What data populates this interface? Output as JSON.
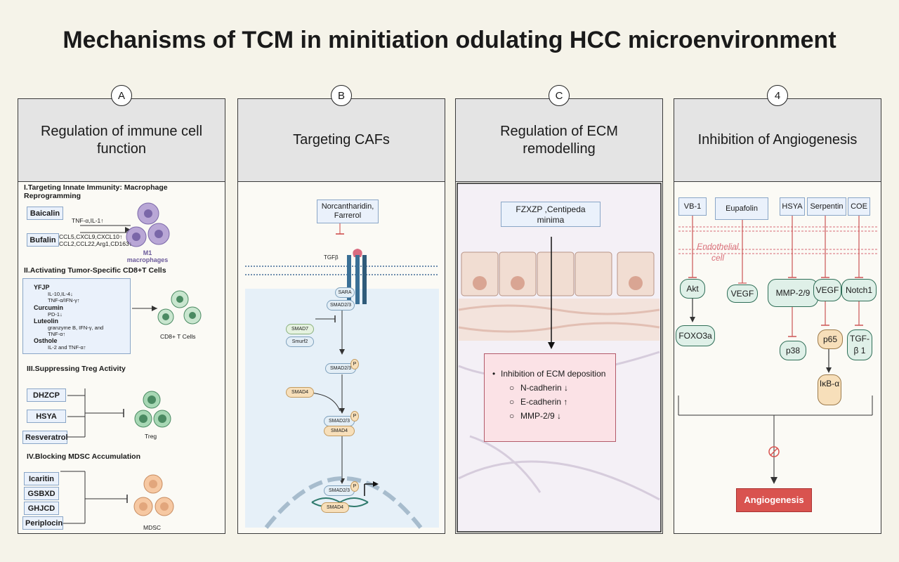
{
  "title": "Mechanisms of TCM in minitiation odulating HCC microenvironment",
  "panels": {
    "a": {
      "badge": "A",
      "heading": "Regulation of immune cell function",
      "sec1": "I.Targeting Innate Immunity: Macrophage Reprogramming",
      "baicalin": "Baicalin",
      "baicalin_effect": "TNF-α,IL-1↑",
      "bufalin": "Bufalin",
      "bufalin_up": "CCL5,CXCL9,CXCL10↑",
      "bufalin_down": "CCL2,CCL22,Arg1,CD163↓",
      "m1": "M1 macrophages",
      "sec2": "II.Activating Tumor-Specific CD8+T Cells",
      "yfjp": "YFJP",
      "yfjp_1": "IL-10,IL-4↓",
      "yfjp_2": "TNF-α/IFN-γ↑",
      "curcumin": "Curcumin",
      "curcumin_1": "PD-1↓",
      "luteolin": "Luteolin",
      "luteolin_1": "granzyme B, IFN-γ, and",
      "luteolin_2": "TNF-α↑",
      "osthole": "Osthole",
      "osthole_1": "IL-2 and TNF-α↑",
      "cd8": "CD8+ T Cells",
      "sec3": "III.Suppressing Treg Activity",
      "dhzcp": "DHZCP",
      "hsya": "HSYA",
      "resveratrol": "Resveratrol",
      "treg": "Treg",
      "sec4": "IV.Blocking MDSC Accumulation",
      "icaritin": "Icaritin",
      "gsbxd": "GSBXD",
      "ghjcd": "GHJCD",
      "periplocin": "Periplocin",
      "mdsc": "MDSC"
    },
    "b": {
      "badge": "B",
      "heading": "Targeting CAFs",
      "drug": "Norcantharidin, Farrerol",
      "tgfb": "TGFβ",
      "sara": "SARA",
      "smad23": "SMAD2/3",
      "smad7": "SMAD7",
      "smurf2": "Smurf2",
      "smad4": "SMAD4",
      "p": "P"
    },
    "c": {
      "badge": "C",
      "heading": "Regulation of ECM remodelling",
      "drug": "FZXZP ,Centipeda minima",
      "box_title": "Inhibition of ECM deposition",
      "n_cad": "N-cadherin ↓",
      "e_cad": "E-cadherin ↑",
      "mmp": "MMP-2/9 ↓"
    },
    "d": {
      "badge": "4",
      "heading": "Inhibition of Angiogenesis",
      "vb1": "VB-1",
      "eupafolin": "Eupafolin",
      "hsya": "HSYA",
      "serpentin": "Serpentin",
      "coe": "COE",
      "endothelial": "Endothelial cell",
      "akt": "Akt",
      "vegf": "VEGF",
      "mmp": "MMP-2/9",
      "vegf2": "VEGF",
      "notch1": "Notch1",
      "foxo3a": "FOXO3a",
      "p38": "p38",
      "p65": "p65",
      "tgf": "TGF-β 1",
      "ikb": "IκB-α",
      "angiogenesis": "Angiogenesis",
      "angio_color": "#d9534f"
    }
  }
}
